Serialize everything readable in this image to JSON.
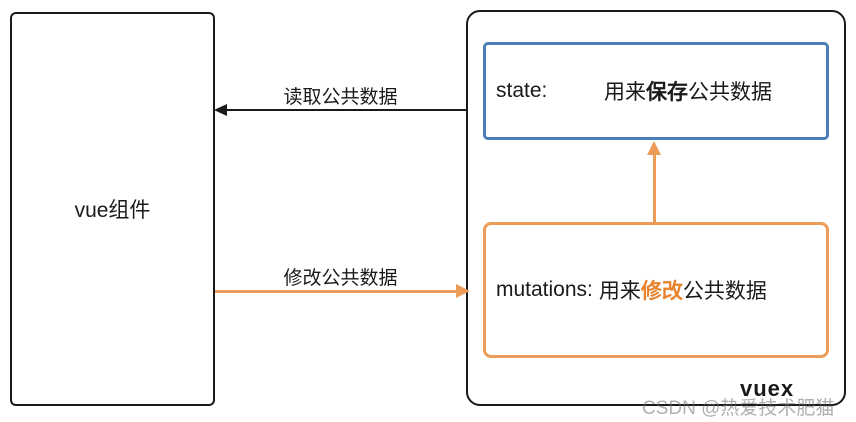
{
  "diagram": {
    "vue_box": {
      "label": "vue组件"
    },
    "vuex_box": {
      "label": "vuex"
    },
    "state_box": {
      "prefix": "state:",
      "text_pre": "用来",
      "text_bold": "保存",
      "text_post": "公共数据"
    },
    "mutations_box": {
      "prefix": "mutations:",
      "text_pre": "用来",
      "text_bold": "修改",
      "text_post": "公共数据"
    },
    "arrows": {
      "read_label": "读取公共数据",
      "modify_label": "修改公共数据"
    },
    "watermark": "CSDN @热爱技术肥猫",
    "colors": {
      "blue_border": "#4A7EBB",
      "orange_border": "#ED9C57",
      "orange_text": "#E8822D",
      "line_black": "#1a1a1a"
    }
  }
}
